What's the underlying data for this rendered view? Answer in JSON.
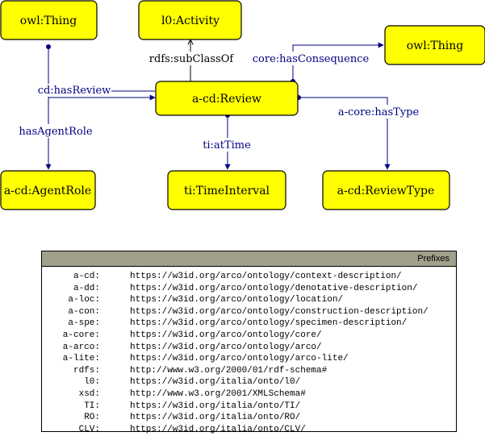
{
  "nodes": {
    "owl_thing_left": "owl:Thing",
    "l0_activity": "l0:Activity",
    "owl_thing_right": "owl:Thing",
    "review": "a-cd:Review",
    "agent_role": "a-cd:AgentRole",
    "time_interval": "ti:TimeInterval",
    "review_type": "a-cd:ReviewType"
  },
  "edges": {
    "subclass": "rdfs:subClassOf",
    "has_consequence": "core:hasConsequence",
    "has_review": "cd:hasReview",
    "has_agent_role": "hasAgentRole",
    "at_time": "ti:atTime",
    "has_type": "a-core:hasType"
  },
  "colors": {
    "node_fill": "#ffff00",
    "edge_color": "#000080",
    "prefix_header_bg": "#a0a08c"
  },
  "prefixes": {
    "title": "Prefixes",
    "rows": [
      {
        "name": "a-cd:",
        "uri": "https://w3id.org/arco/ontology/context-description/"
      },
      {
        "name": "a-dd:",
        "uri": "https://w3id.org/arco/ontology/denotative-description/"
      },
      {
        "name": "a-loc:",
        "uri": "https://w3id.org/arco/ontology/location/"
      },
      {
        "name": "a-con:",
        "uri": "https://w3id.org/arco/ontology/construction-description/"
      },
      {
        "name": "a-spe:",
        "uri": "https://w3id.org/arco/ontology/specimen-description/"
      },
      {
        "name": "a-core:",
        "uri": "https://w3id.org/arco/ontology/core/"
      },
      {
        "name": "a-arco:",
        "uri": "https://w3id.org/arco/ontology/arco/"
      },
      {
        "name": "a-lite:",
        "uri": "https://w3id.org/arco/ontology/arco-lite/"
      },
      {
        "name": "rdfs:",
        "uri": "http://www.w3.org/2000/01/rdf-schema#"
      },
      {
        "name": "l0:",
        "uri": "https://w3id.org/italia/onto/l0/"
      },
      {
        "name": "xsd:",
        "uri": "http://www.w3.org/2001/XMLSchema#"
      },
      {
        "name": "TI:",
        "uri": "https://w3id.org/italia/onto/TI/"
      },
      {
        "name": "RO:",
        "uri": "https://w3id.org/italia/onto/RO/"
      },
      {
        "name": "CLV:",
        "uri": "https://w3id.org/italia/onto/CLV/"
      }
    ]
  }
}
